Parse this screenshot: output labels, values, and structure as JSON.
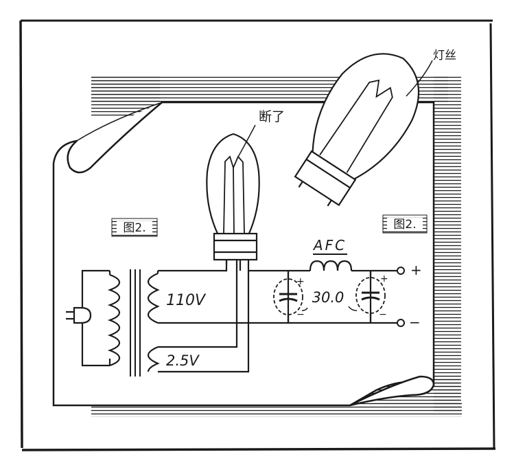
{
  "labels": {
    "broken_callout": "断了",
    "filament_callout": "灯丝",
    "fig_left": "图2.",
    "fig_right": "图2.",
    "afc": "AFC",
    "v110": "110V",
    "v25": "2.5V",
    "cap_value": "30.0",
    "plus": "+",
    "minus": "−",
    "cap_plus_1": "+",
    "cap_minus_1": "−",
    "cap_plus_2": "+",
    "cap_minus_2": "−"
  },
  "colors": {
    "ink": "#1a1a1a",
    "paper": "#ffffff"
  }
}
